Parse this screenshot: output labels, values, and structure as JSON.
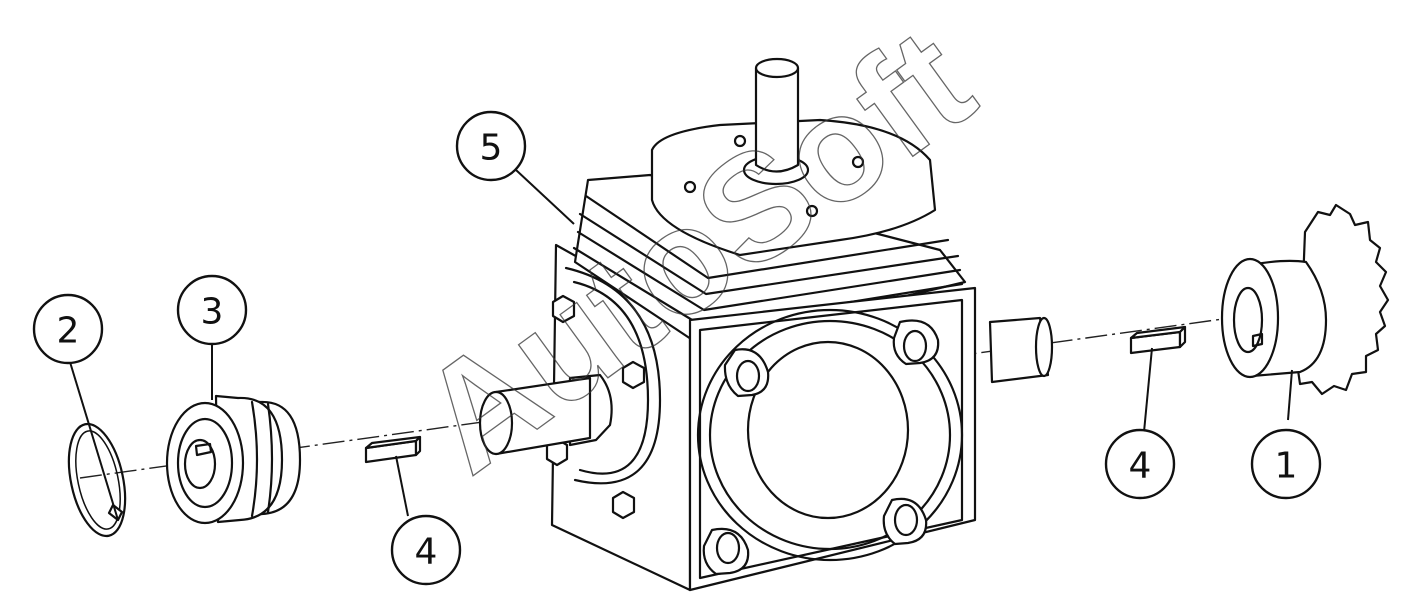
{
  "watermark": "AutoSoft",
  "callouts": [
    {
      "id": "callout-1",
      "label": "1"
    },
    {
      "id": "callout-2",
      "label": "2"
    },
    {
      "id": "callout-3",
      "label": "3"
    },
    {
      "id": "callout-4a",
      "label": "4"
    },
    {
      "id": "callout-4b",
      "label": "4"
    },
    {
      "id": "callout-5",
      "label": "5"
    }
  ]
}
